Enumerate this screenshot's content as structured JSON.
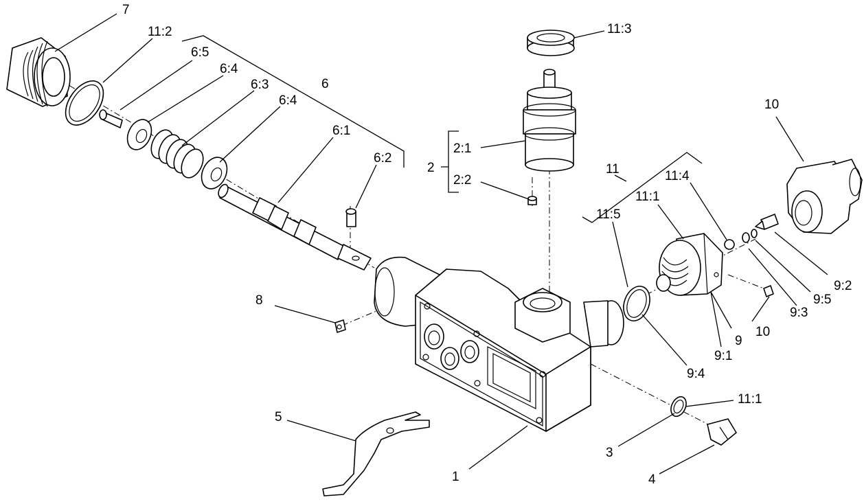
{
  "diagram": {
    "callouts": {
      "c7": "7",
      "c11_2": "11:2",
      "c6_5": "6:5",
      "c6_4a": "6:4",
      "c6_3": "6:3",
      "c6_4b": "6:4",
      "c6": "6",
      "c6_1": "6:1",
      "c6_2": "6:2",
      "c8": "8",
      "c5": "5",
      "c1": "1",
      "c11_3": "11:3",
      "c2": "2",
      "c2_1": "2:1",
      "c2_2": "2:2",
      "c10_top": "10",
      "c11": "11",
      "c11_4": "11:4",
      "c11_1a": "11:1",
      "c11_5": "11:5",
      "c9_2": "9:2",
      "c9_5": "9:5",
      "c9_3": "9:3",
      "c10_small": "10",
      "c9": "9",
      "c9_1": "9:1",
      "c9_4": "9:4",
      "c11_1b": "11:1",
      "c3": "3",
      "c4": "4"
    }
  }
}
